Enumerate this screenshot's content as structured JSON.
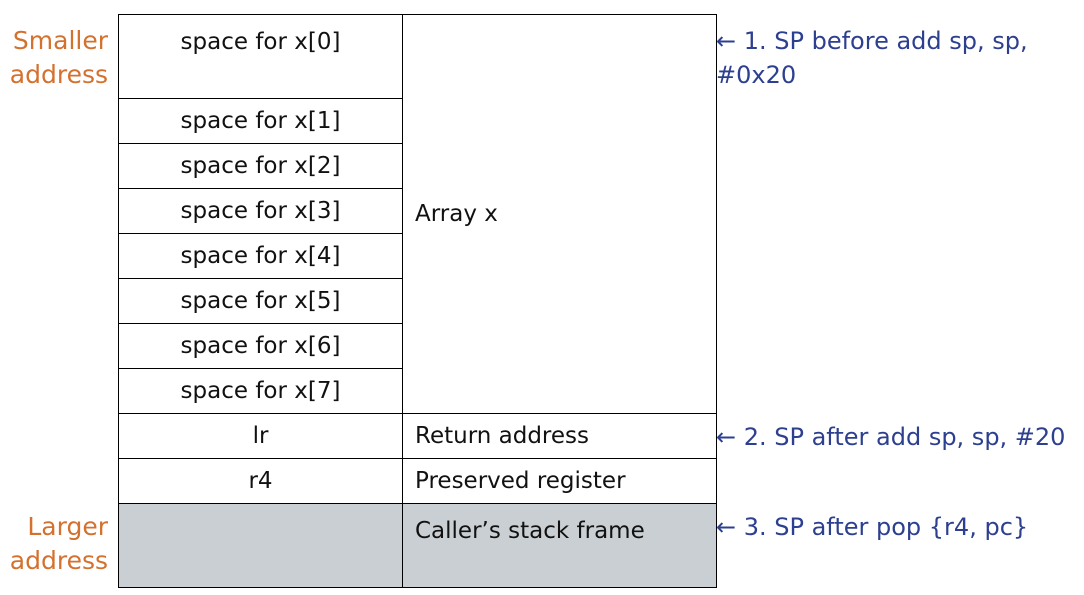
{
  "colors": {
    "address_label": "#d4712e",
    "pointer_text": "#2d3f8f",
    "caller_frame_fill": "#c9cfd2",
    "border": "#000000"
  },
  "addresses": {
    "smaller": "Smaller\naddress",
    "larger": "Larger\naddress"
  },
  "slots": [
    "space for x[0]",
    "space for x[1]",
    "space for x[2]",
    "space for x[3]",
    "space for x[4]",
    "space for x[5]",
    "space for x[6]",
    "space for x[7]"
  ],
  "array_label": "Array x",
  "rows": [
    {
      "left": "lr",
      "right": "Return address"
    },
    {
      "left": "r4",
      "right": "Preserved register"
    },
    {
      "left": "",
      "right": "Caller’s stack frame"
    }
  ],
  "pointers": [
    "← 1. SP before add sp, sp,\n#0x20",
    "← 2. SP after add sp, sp, #20",
    "← 3. SP after pop {r4, pc}"
  ]
}
